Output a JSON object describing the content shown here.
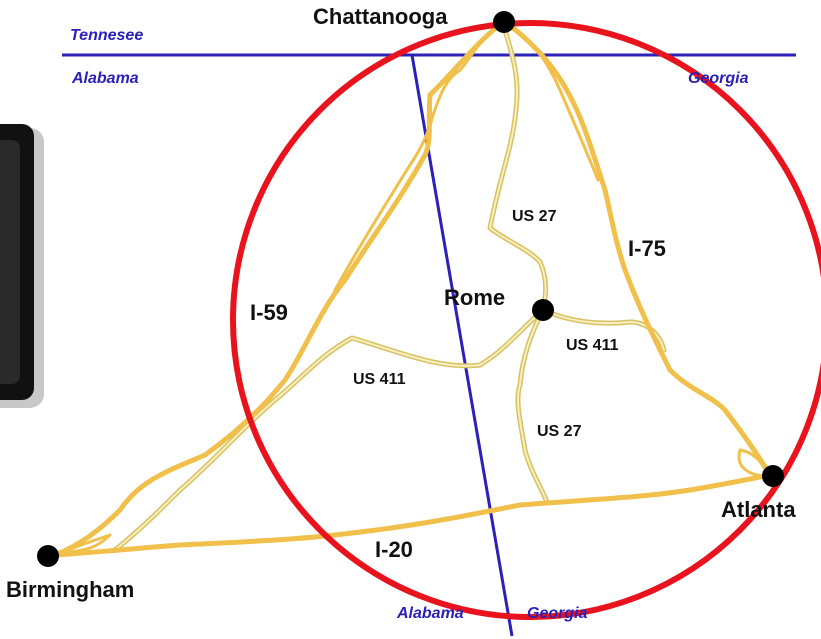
{
  "colors": {
    "background": "#ffffff",
    "border": "#2b20b8",
    "interstate": "#f0c04a",
    "us_route": "#efe29a",
    "us_route_outline": "#d9c060",
    "highlight_circle": "#e8131c",
    "city_dot": "#000000",
    "side_panel": "#111111"
  },
  "cities": {
    "chattanooga": "Chattanooga",
    "rome": "Rome",
    "atlanta": "Atlanta",
    "birmingham": "Birmingham"
  },
  "states": {
    "tennessee": "Tennesee",
    "alabama_top": "Alabama",
    "georgia_top": "Georgia",
    "alabama_bottom": "Alabama",
    "georgia_bottom": "Georgia"
  },
  "routes": {
    "i59": "I-59",
    "i75": "I-75",
    "i20": "I-20",
    "us27_north": "US 27",
    "us27_south": "US 27",
    "us411_east": "US 411",
    "us411_west": "US 411"
  }
}
